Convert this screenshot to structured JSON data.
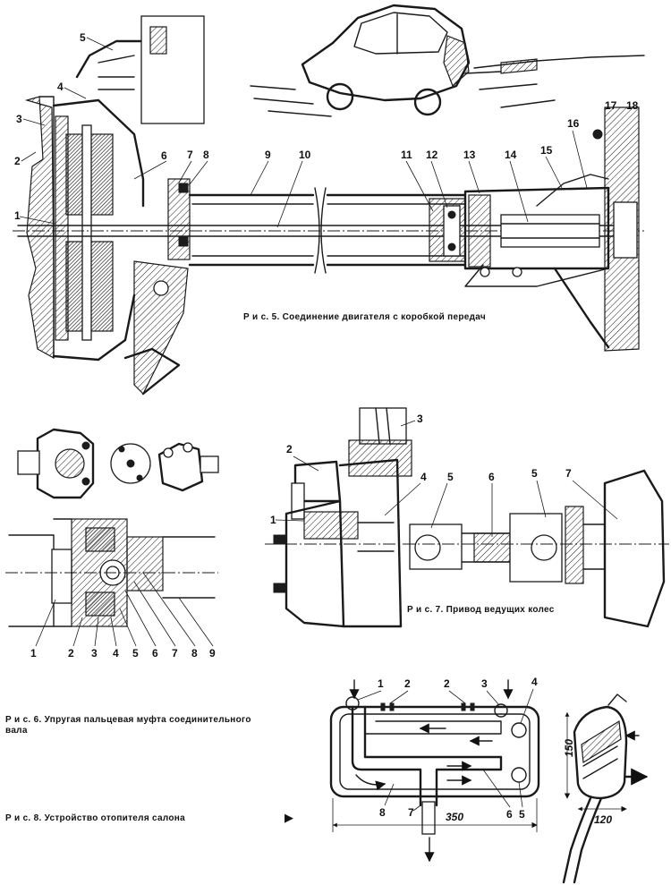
{
  "figures": {
    "fig5": {
      "caption": "Р и с.  5.  Соединение двигателя с коробкой передач",
      "callouts": [
        "1",
        "2",
        "3",
        "4",
        "5",
        "6",
        "7",
        "8",
        "9",
        "10",
        "11",
        "12",
        "13",
        "14",
        "15",
        "16",
        "17",
        "18"
      ]
    },
    "fig6": {
      "caption_line1": "Р и с.  6.  Упругая пальцевая муфта соединительного",
      "caption_line2": "вала",
      "callouts": [
        "1",
        "2",
        "3",
        "4",
        "5",
        "6",
        "7",
        "8",
        "9"
      ]
    },
    "fig7": {
      "caption": "Р и с.  7.  Привод ведущих колес",
      "callouts": [
        "1",
        "2",
        "3",
        "4",
        "5",
        "5",
        "6",
        "7"
      ]
    },
    "fig8": {
      "caption": "Р и с.  8.  Устройство отопителя салона",
      "callouts": [
        "1",
        "2",
        "2",
        "3",
        "4",
        "8",
        "7",
        "6",
        "5"
      ],
      "dimensions": {
        "width": "350",
        "height": "150",
        "depth": "120"
      }
    }
  },
  "page_marker": "▶"
}
